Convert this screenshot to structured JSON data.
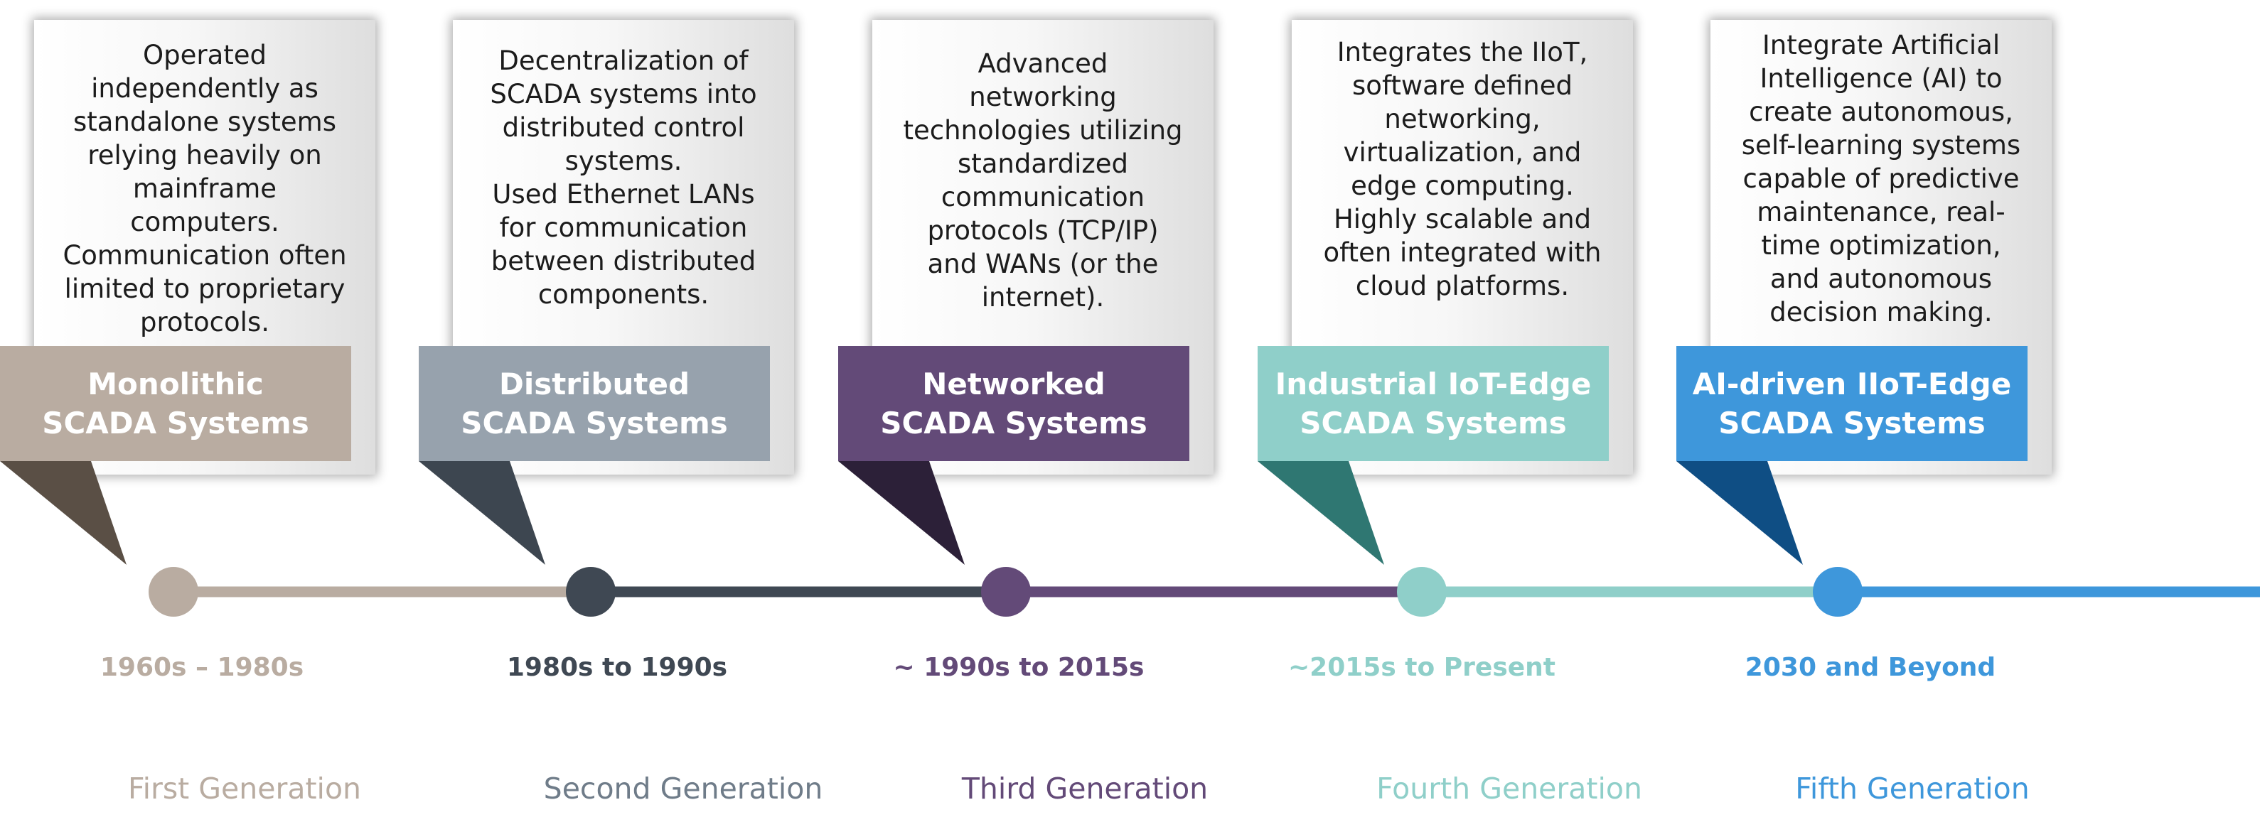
{
  "generations": [
    {
      "title": "Monolithic\nSCADA Systems",
      "description": "Operated\nindependently as\nstandalone systems\nrelying heavily on\nmainframe\ncomputers.\nCommunication often\nlimited to proprietary\nprotocols.",
      "period": "1960s – 1980s",
      "label": "First Generation",
      "color": "#b9aca1",
      "tail_color": "#5a4f45"
    },
    {
      "title": "Distributed\nSCADA Systems",
      "description": "Decentralization of\nSCADA systems into\ndistributed control\nsystems.\nUsed Ethernet LANs\nfor communication\nbetween distributed\ncomponents.",
      "period": "1980s to 1990s",
      "label": "Second Generation",
      "color": "#97a2ad",
      "tail_color": "#3d4650",
      "dot_color": "#3f4853"
    },
    {
      "title": "Networked\nSCADA Systems",
      "description": "Advanced\nnetworking\ntechnologies utilizing\nstandardized\ncommunication\nprotocols (TCP/IP)\nand WANs (or the\ninternet).",
      "period": "~ 1990s to 2015s",
      "label": "Third Generation",
      "color": "#634a78",
      "tail_color": "#2c2038"
    },
    {
      "title": "Industrial IoT-Edge\nSCADA Systems",
      "description": "Integrates the IIoT,\nsoftware defined\nnetworking,\nvirtualization, and\nedge computing.\nHighly scalable and\noften integrated with\ncloud platforms.",
      "period": "~2015s to Present",
      "label": "Fourth Generation",
      "color": "#8fcfc9",
      "tail_color": "#2f7772"
    },
    {
      "title": "AI-driven IIoT-Edge\nSCADA Systems",
      "description": "Integrate Artificial\nIntelligence (AI) to\ncreate autonomous,\nself-learning systems\ncapable of predictive\nmaintenance, real-\ntime optimization,\nand autonomous\ndecision making.",
      "period": "2030 and Beyond",
      "label": "Fifth Generation",
      "color": "#3e97db",
      "tail_color": "#0f4e84"
    }
  ]
}
